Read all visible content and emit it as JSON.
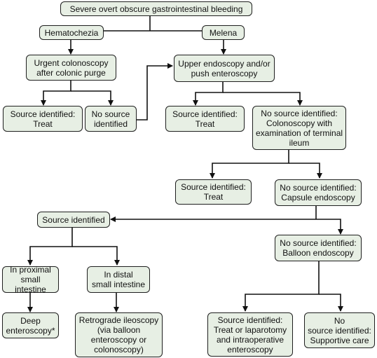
{
  "colors": {
    "box_fill": "#e7efe4",
    "line": "#111111"
  },
  "nodes": {
    "start": "Severe overt obscure gastrointestinal bleeding",
    "hematochezia": "Hematochezia",
    "melena": "Melena",
    "urgent_colonoscopy": "Urgent colonoscopy\nafter colonic purge",
    "upper_endoscopy": "Upper endoscopy and/or\npush enteroscopy",
    "colon_source_identified": "Source identified:\nTreat",
    "colon_no_source": "No source\nidentified",
    "upper_source_identified": "Source identified:\nTreat",
    "upper_no_source": "No source identified:\nColonoscopy with\nexamination of terminal\nileum",
    "ileum_source_identified": "Source identified:\nTreat",
    "capsule_endoscopy": "No source identified:\nCapsule endoscopy",
    "source_identified": "Source identified",
    "balloon_endoscopy": "No source identified:\nBalloon endoscopy",
    "proximal": "In proximal\nsmall intestine",
    "distal": "In distal\nsmall intestine",
    "deep_enteroscopy": "Deep\nenteroscopy*",
    "retrograde": "Retrograde ileoscopy\n(via balloon\nenteroscopy or\ncolonoscopy)",
    "treat_laparotomy": "Source identified:\nTreat or laparotomy\nand intraoperative\nenteroscopy",
    "supportive_care": "No\nsource identified:\nSupportive care"
  }
}
